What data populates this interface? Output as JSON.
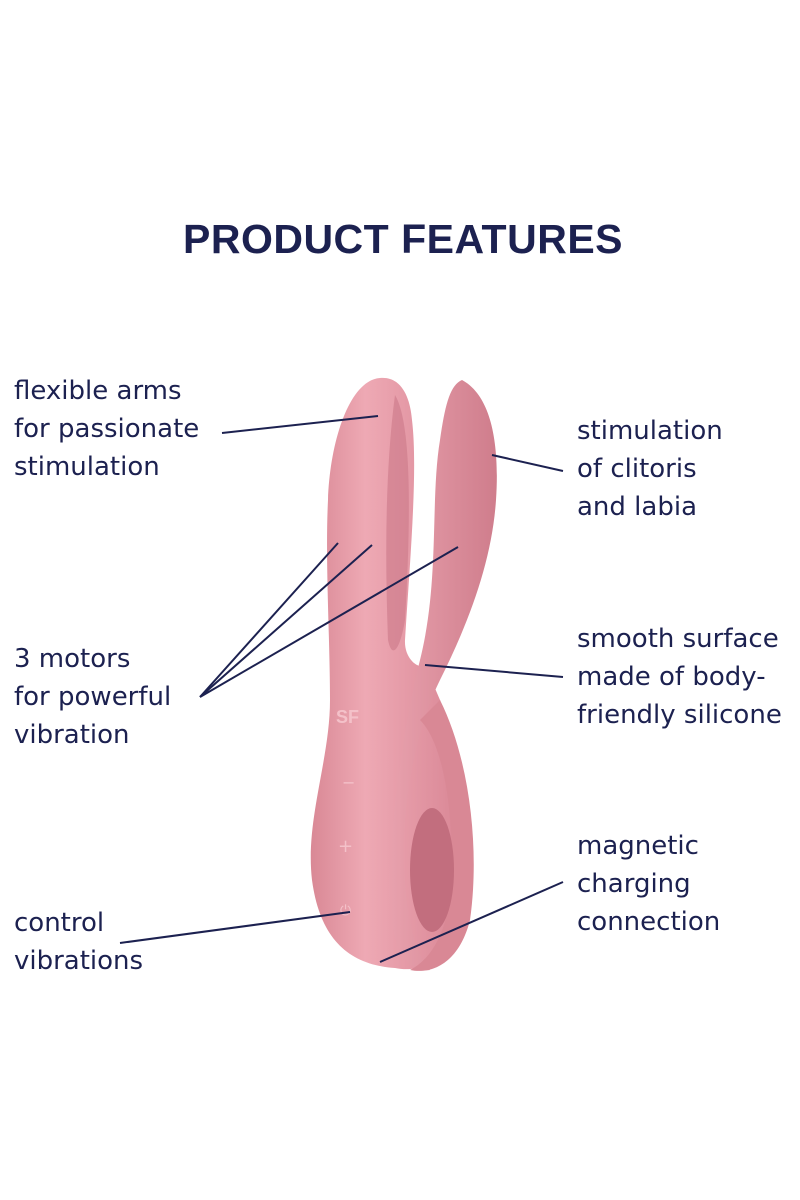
{
  "title": "PRODUCT FEATURES",
  "colors": {
    "text": "#1c2150",
    "product": "#e39aa6",
    "product_shadow": "#c97585",
    "product_highlight": "#f2bcc4"
  },
  "logo_text": "SF",
  "features": {
    "flexible_arms": [
      "flexible arms",
      "for passionate",
      "stimulation"
    ],
    "stimulation": [
      "stimulation",
      "of clitoris",
      "and labia"
    ],
    "motors": [
      "3 motors",
      "for powerful",
      "vibration"
    ],
    "surface": [
      "smooth surface",
      "made of body-",
      "friendly silicone"
    ],
    "control": [
      "control",
      "vibrations"
    ],
    "charging": [
      "magnetic",
      "charging",
      "connection"
    ]
  }
}
